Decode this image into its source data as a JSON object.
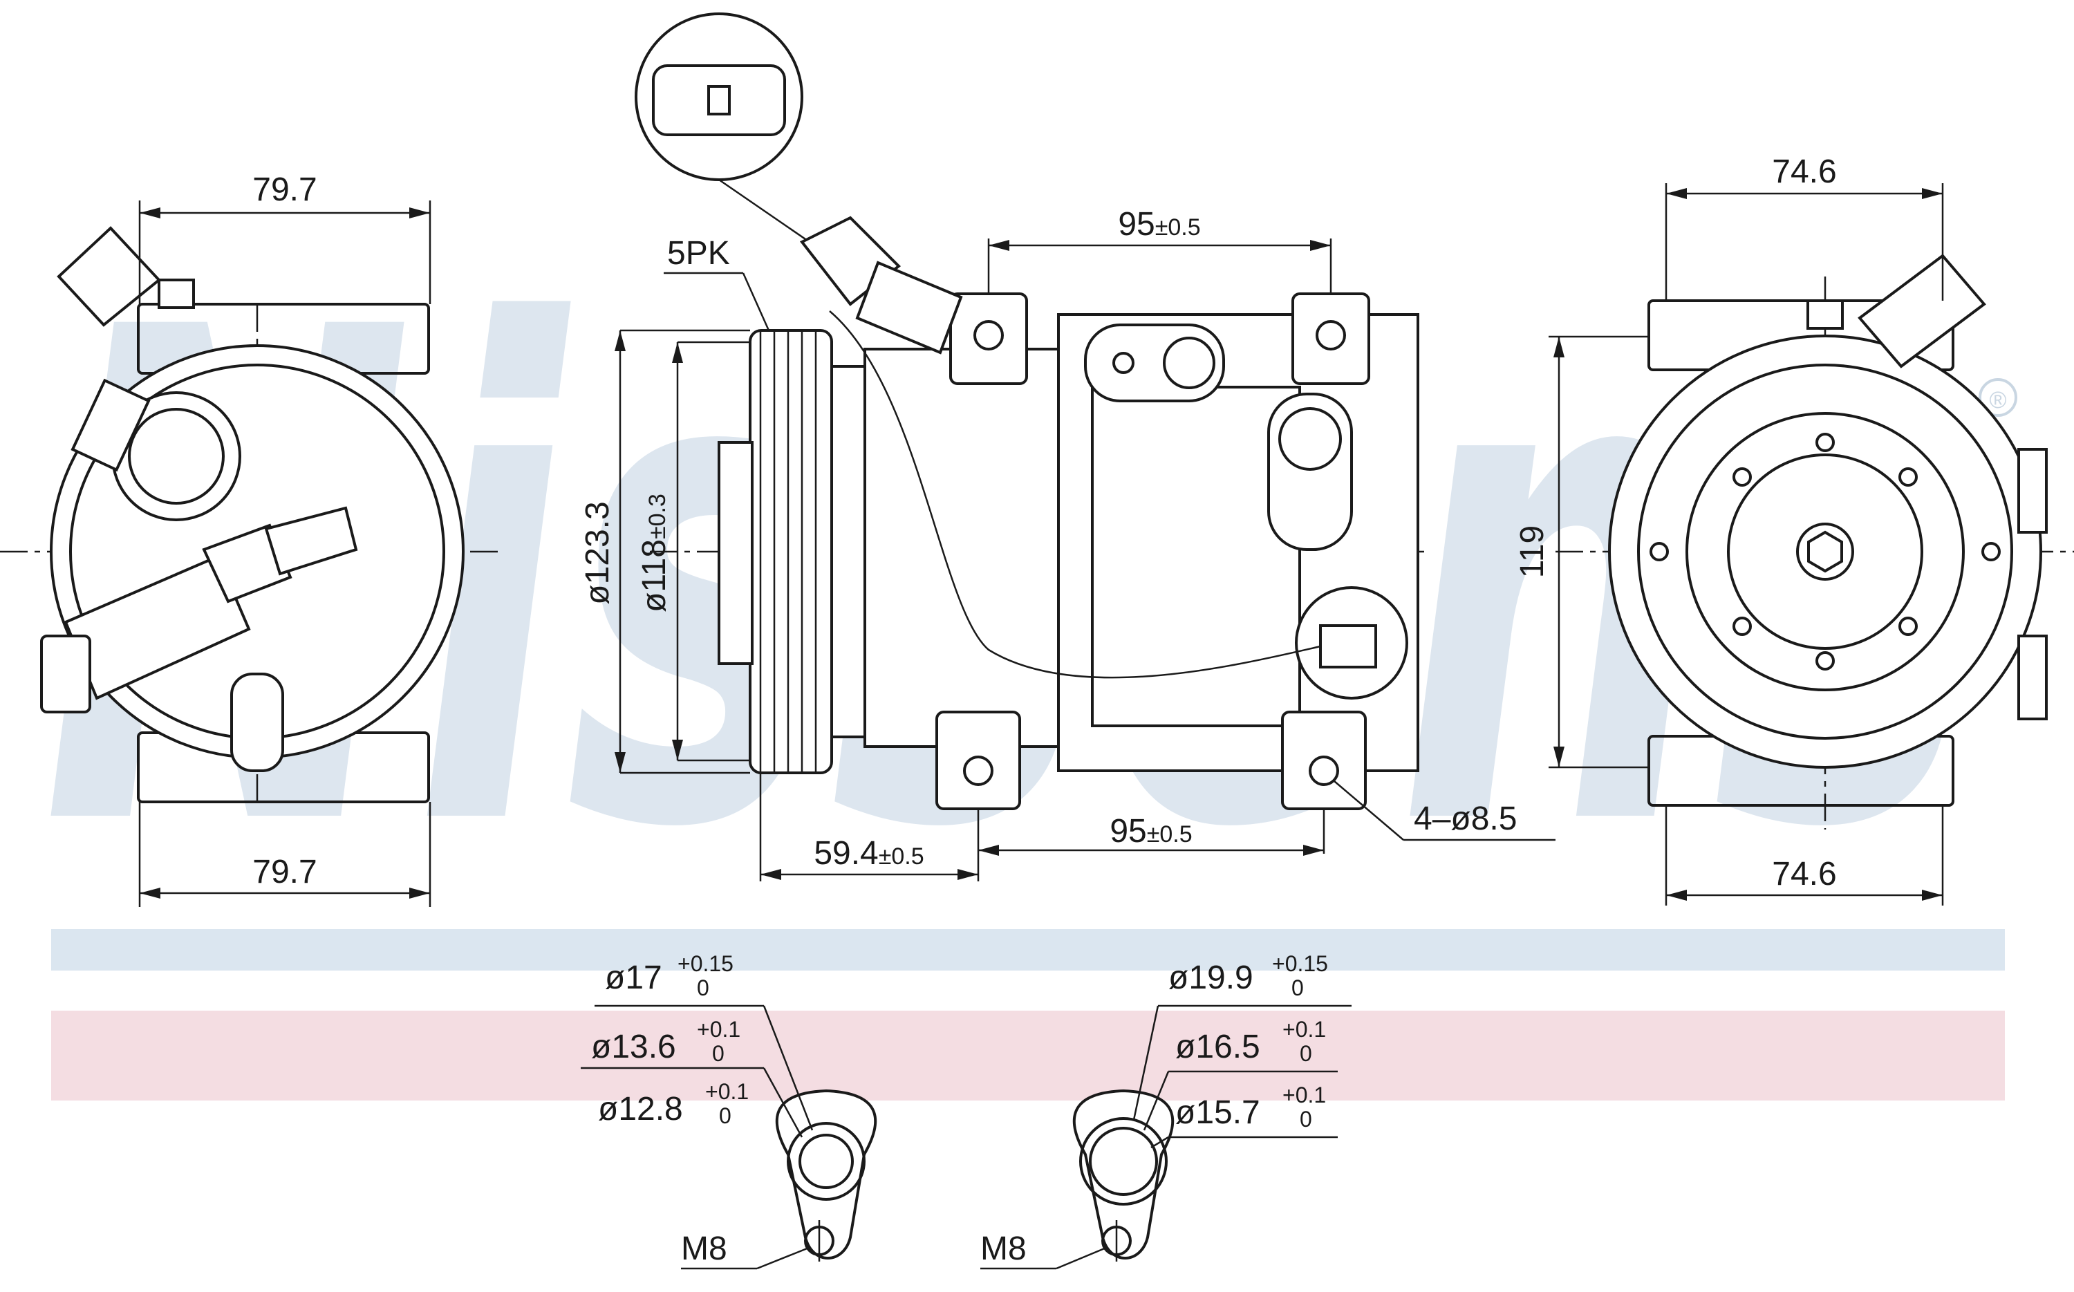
{
  "watermark": {
    "brand": "Nissens",
    "registered_mark": "®"
  },
  "bands": {
    "blue": "#dbe6f0",
    "pink": "#f4dde2"
  },
  "left_view": {
    "width_top": "79.7",
    "width_bottom": "79.7"
  },
  "side_view": {
    "belt": "5PK",
    "pulley_outer_dia": "ø123.3",
    "pulley_inner_dia": "ø118",
    "pulley_inner_tol": "±0.3",
    "mount_spacing_top": "95",
    "mount_spacing_top_tol": "±0.5",
    "mount_spacing_bottom": "95",
    "mount_spacing_bottom_tol": "±0.5",
    "pulley_offset": "59.4",
    "pulley_offset_tol": "±0.5",
    "mount_holes": "4–ø8.5"
  },
  "right_view": {
    "width_top": "74.6",
    "width_bottom": "74.6",
    "height": "119"
  },
  "port_left": {
    "d1": "ø17",
    "d1_tol_up": "+0.15",
    "d1_tol_lo": "0",
    "d2": "ø13.6",
    "d2_tol_up": "+0.1",
    "d2_tol_lo": "0",
    "d3": "ø12.8",
    "d3_tol_up": "+0.1",
    "d3_tol_lo": "0",
    "thread": "M8"
  },
  "port_right": {
    "d1": "ø19.9",
    "d1_tol_up": "+0.15",
    "d1_tol_lo": "0",
    "d2": "ø16.5",
    "d2_tol_up": "+0.1",
    "d2_tol_lo": "0",
    "d3": "ø15.7",
    "d3_tol_up": "+0.1",
    "d3_tol_lo": "0",
    "thread": "M8"
  }
}
